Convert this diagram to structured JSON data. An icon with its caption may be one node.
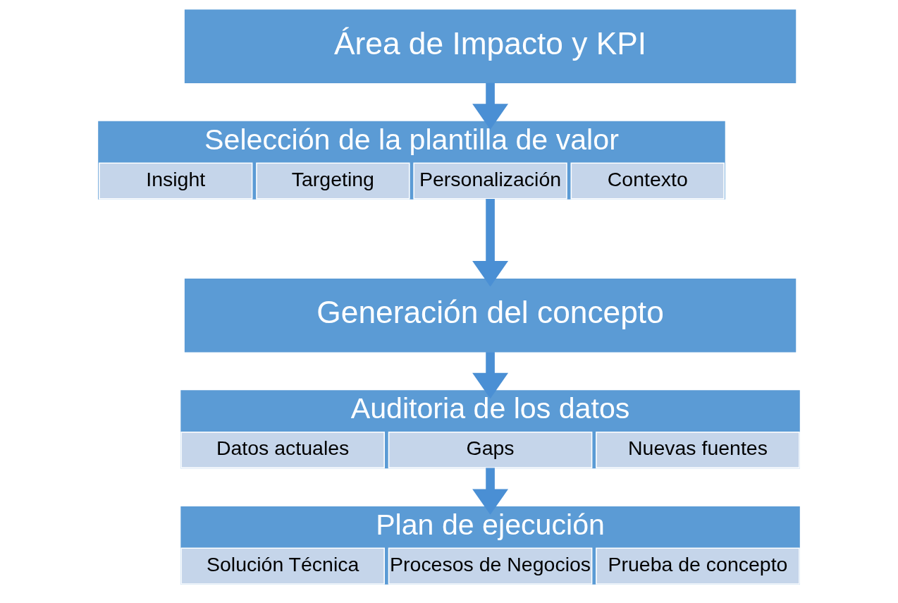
{
  "diagram": {
    "nodes": [
      {
        "text": [
          "Área de Impacto y KPI"
        ]
      },
      {
        "text": [
          "Selección de la plantilla de valor"
        ]
      },
      {
        "text": [
          "Insight"
        ],
        "in": 1
      },
      {
        "text": [
          "Targeting"
        ],
        "in": 1
      },
      {
        "text": [
          "Personalización"
        ],
        "in": 1
      },
      {
        "text": [
          "Contexto"
        ],
        "in": 1
      },
      {
        "text": [
          "Generación del concepto"
        ]
      },
      {
        "text": [
          "Auditoria de los datos"
        ]
      },
      {
        "text": [
          "Datos actuales"
        ],
        "in": 7
      },
      {
        "text": [
          "Gaps"
        ],
        "in": 7
      },
      {
        "text": [
          "Nuevas fuentes"
        ],
        "in": 7
      },
      {
        "text": [
          "Plan de ejecución"
        ]
      },
      {
        "text": [
          "Solución Técnica"
        ],
        "in": 11
      },
      {
        "text": [
          "Procesos de Negocios"
        ],
        "in": 11
      },
      {
        "text": [
          "Prueba de concepto"
        ],
        "in": 11
      }
    ],
    "edges": [
      {
        "from": 0,
        "to": 1,
        "arrow": "to"
      },
      {
        "from": 1,
        "to": 6,
        "arrow": "to"
      },
      {
        "from": 6,
        "to": 7,
        "arrow": "to"
      },
      {
        "from": 7,
        "to": 11,
        "arrow": "to"
      }
    ]
  }
}
